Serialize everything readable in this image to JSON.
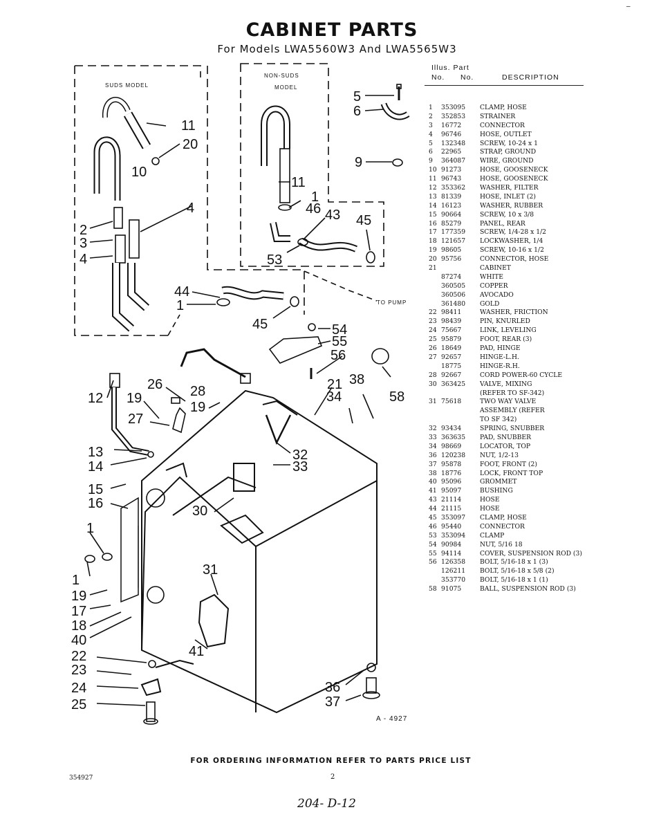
{
  "header": {
    "title": "CABINET PARTS",
    "subtitle": "For Models LWA5560W3 And LWA5565W3"
  },
  "diagram": {
    "suds_label": "SUDS MODEL",
    "non_suds_label_1": "NON-SUDS",
    "non_suds_label_2": "MODEL",
    "to_pump_label": "TO PUMP",
    "figure_ref": "A - 4927",
    "corner_mark": "–"
  },
  "parts_list": {
    "header_illus": "Illus.  Part",
    "header_no": "No.",
    "header_part_no": "No.",
    "header_desc": "DESCRIPTION",
    "rows": [
      {
        "illus": "1",
        "part": "353095",
        "desc": "CLAMP, HOSE"
      },
      {
        "illus": "2",
        "part": "352853",
        "desc": "STRAINER"
      },
      {
        "illus": "3",
        "part": "16772",
        "desc": "CONNECTOR"
      },
      {
        "illus": "4",
        "part": "96746",
        "desc": "HOSE, OUTLET"
      },
      {
        "illus": "5",
        "part": "132348",
        "desc": "SCREW, 10-24 x 1"
      },
      {
        "illus": "6",
        "part": "22965",
        "desc": "STRAP, GROUND"
      },
      {
        "illus": "9",
        "part": "364087",
        "desc": "WIRE, GROUND"
      },
      {
        "illus": "10",
        "part": "91273",
        "desc": "HOSE, GOOSENECK"
      },
      {
        "illus": "11",
        "part": "96743",
        "desc": "HOSE, GOOSENECK"
      },
      {
        "illus": "12",
        "part": "353362",
        "desc": "WASHER, FILTER"
      },
      {
        "illus": "13",
        "part": "81339",
        "desc": "HOSE, INLET (2)"
      },
      {
        "illus": "14",
        "part": "16123",
        "desc": "WASHER, RUBBER"
      },
      {
        "illus": "15",
        "part": "90664",
        "desc": "SCREW, 10 x 3/8"
      },
      {
        "illus": "16",
        "part": "85279",
        "desc": "PANEL, REAR"
      },
      {
        "illus": "17",
        "part": "177359",
        "desc": "SCREW, 1/4-28 x 1/2"
      },
      {
        "illus": "18",
        "part": "121657",
        "desc": "LOCKWASHER, 1/4"
      },
      {
        "illus": "19",
        "part": "98605",
        "desc": "SCREW, 10-16 x 1/2"
      },
      {
        "illus": "20",
        "part": "95756",
        "desc": "CONNECTOR, HOSE"
      },
      {
        "illus": "21",
        "part": "",
        "desc": "CABINET"
      },
      {
        "illus": "",
        "part": "87274",
        "desc": "WHITE"
      },
      {
        "illus": "",
        "part": "360505",
        "desc": "COPPER"
      },
      {
        "illus": "",
        "part": "360506",
        "desc": "AVOCADO"
      },
      {
        "illus": "",
        "part": "361480",
        "desc": "GOLD"
      },
      {
        "illus": "22",
        "part": "98411",
        "desc": "WASHER, FRICTION"
      },
      {
        "illus": "23",
        "part": "98439",
        "desc": "PIN, KNURLED"
      },
      {
        "illus": "24",
        "part": "75667",
        "desc": "LINK, LEVELING"
      },
      {
        "illus": "25",
        "part": "95879",
        "desc": "FOOT, REAR (3)"
      },
      {
        "illus": "26",
        "part": "18649",
        "desc": "PAD, HINGE"
      },
      {
        "illus": "27",
        "part": "92657",
        "desc": "HINGE-L.H."
      },
      {
        "illus": "",
        "part": "18775",
        "desc": "HINGE-R.H."
      },
      {
        "illus": "28",
        "part": "92667",
        "desc": "CORD POWER-60 CYCLE"
      },
      {
        "illus": "30",
        "part": "363425",
        "desc": "VALVE, MIXING"
      },
      {
        "illus": "",
        "part": "",
        "desc": "(REFER TO SF-342)"
      },
      {
        "illus": "31",
        "part": "75618",
        "desc": "TWO WAY VALVE"
      },
      {
        "illus": "",
        "part": "",
        "desc": "ASSEMBLY (REFER"
      },
      {
        "illus": "",
        "part": "",
        "desc": "TO SF 342)"
      },
      {
        "illus": "32",
        "part": "93434",
        "desc": "SPRING, SNUBBER"
      },
      {
        "illus": "33",
        "part": "363635",
        "desc": "PAD, SNUBBER"
      },
      {
        "illus": "34",
        "part": "98669",
        "desc": "LOCATOR, TOP"
      },
      {
        "illus": "36",
        "part": "120238",
        "desc": "NUT, 1/2-13"
      },
      {
        "illus": "37",
        "part": "95878",
        "desc": "FOOT, FRONT (2)"
      },
      {
        "illus": "38",
        "part": "18776",
        "desc": "LOCK, FRONT TOP"
      },
      {
        "illus": "40",
        "part": "95096",
        "desc": "GROMMET"
      },
      {
        "illus": "41",
        "part": "95097",
        "desc": "BUSHING"
      },
      {
        "illus": "43",
        "part": "21114",
        "desc": "HOSE"
      },
      {
        "illus": "44",
        "part": "21115",
        "desc": "HOSE"
      },
      {
        "illus": "45",
        "part": "353097",
        "desc": "CLAMP, HOSE"
      },
      {
        "illus": "46",
        "part": "95440",
        "desc": "CONNECTOR"
      },
      {
        "illus": "53",
        "part": "353094",
        "desc": "CLAMP"
      },
      {
        "illus": "54",
        "part": "90984",
        "desc": "NUT, 5/16 18"
      },
      {
        "illus": "55",
        "part": "94114",
        "desc": "COVER, SUSPENSION ROD (3)"
      },
      {
        "illus": "56",
        "part": "126358",
        "desc": "BOLT, 5/16-18 x 1 (3)"
      },
      {
        "illus": "",
        "part": "126211",
        "desc": "BOLT, 5/16-18 x 5/8 (2)"
      },
      {
        "illus": "",
        "part": "353770",
        "desc": "BOLT, 5/16-18 x 1 (1)"
      },
      {
        "illus": "58",
        "part": "91075",
        "desc": "BALL, SUSPENSION ROD (3)"
      }
    ]
  },
  "callouts": [
    {
      "id": "c11a",
      "text": "11"
    },
    {
      "id": "c20",
      "text": "20"
    },
    {
      "id": "c10",
      "text": "10"
    },
    {
      "id": "c4a",
      "text": "4"
    },
    {
      "id": "c2",
      "text": "2"
    },
    {
      "id": "c3",
      "text": "3"
    },
    {
      "id": "c4b",
      "text": "4"
    },
    {
      "id": "c5",
      "text": "5"
    },
    {
      "id": "c6",
      "text": "6"
    },
    {
      "id": "c9",
      "text": "9"
    },
    {
      "id": "c11b",
      "text": "11"
    },
    {
      "id": "c1a",
      "text": "1"
    },
    {
      "id": "c46",
      "text": "46"
    },
    {
      "id": "c43",
      "text": "43"
    },
    {
      "id": "c45a",
      "text": "45"
    },
    {
      "id": "c53",
      "text": "53"
    },
    {
      "id": "c44",
      "text": "44"
    },
    {
      "id": "c1b",
      "text": "1"
    },
    {
      "id": "c45b",
      "text": "45"
    },
    {
      "id": "c54",
      "text": "54"
    },
    {
      "id": "c55",
      "text": "55"
    },
    {
      "id": "c56",
      "text": "56"
    },
    {
      "id": "c26",
      "text": "26"
    },
    {
      "id": "c28",
      "text": "28"
    },
    {
      "id": "c21",
      "text": "21"
    },
    {
      "id": "c38",
      "text": "38"
    },
    {
      "id": "c12",
      "text": "12"
    },
    {
      "id": "c19a",
      "text": "19"
    },
    {
      "id": "c19b",
      "text": "19"
    },
    {
      "id": "c34",
      "text": "34"
    },
    {
      "id": "c58",
      "text": "58"
    },
    {
      "id": "c27",
      "text": "27"
    },
    {
      "id": "c13",
      "text": "13"
    },
    {
      "id": "c14",
      "text": "14"
    },
    {
      "id": "c32",
      "text": "32"
    },
    {
      "id": "c33",
      "text": "33"
    },
    {
      "id": "c15",
      "text": "15"
    },
    {
      "id": "c16",
      "text": "16"
    },
    {
      "id": "c30",
      "text": "30"
    },
    {
      "id": "c1c",
      "text": "1"
    },
    {
      "id": "c31",
      "text": "31"
    },
    {
      "id": "c1d",
      "text": "1"
    },
    {
      "id": "c19c",
      "text": "19"
    },
    {
      "id": "c17",
      "text": "17"
    },
    {
      "id": "c18",
      "text": "18"
    },
    {
      "id": "c40",
      "text": "40"
    },
    {
      "id": "c41",
      "text": "41"
    },
    {
      "id": "c22",
      "text": "22"
    },
    {
      "id": "c23",
      "text": "23"
    },
    {
      "id": "c24",
      "text": "24"
    },
    {
      "id": "c36",
      "text": "36"
    },
    {
      "id": "c25",
      "text": "25"
    },
    {
      "id": "c37",
      "text": "37"
    }
  ],
  "footer": {
    "ordering_note": "FOR ORDERING INFORMATION REFER TO PARTS PRICE LIST",
    "doc_number": "354927",
    "page_number": "2",
    "handwritten_note": "204- D-12"
  }
}
